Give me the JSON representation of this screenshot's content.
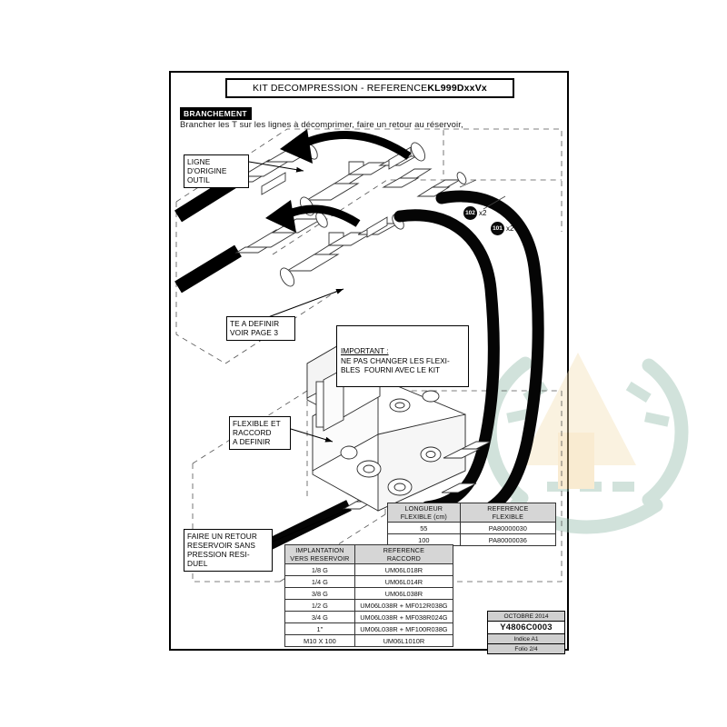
{
  "document": {
    "title_prefix": "KIT DECOMPRESSION - REFERENCE",
    "title_reference": "KL999DxxVx"
  },
  "section": {
    "tag": "BRANCHEMENT",
    "instruction": "Brancher les T sur les lignes à décomprimer, faire un retour au réservoir,"
  },
  "callouts": {
    "ligne_origine": "LIGNE\nD'ORIGINE\nOUTIL",
    "te_a_definir": "TE A DEFINIR\nVOIR PAGE 3",
    "flexible_raccord": "FLEXIBLE ET\nRACCORD\nA DEFINIR",
    "faire_retour": "FAIRE UN RETOUR\nRESERVOIR SANS\nPRESSION RESI-\nDUEL"
  },
  "important_note": {
    "heading": "IMPORTANT :",
    "body": "NE PAS CHANGER LES FLEXI-\nBLES  FOURNI AVEC LE KIT"
  },
  "balloons": [
    {
      "number": "102",
      "qty": "x2"
    },
    {
      "number": "101",
      "qty": "x2"
    }
  ],
  "table_flexible": {
    "headers": [
      "LONGUEUR\nFLEXIBLE (cm)",
      "REFERENCE\nFLEXIBLE"
    ],
    "header_line1": [
      "LONGUEUR",
      "REFERENCE"
    ],
    "header_line2": [
      "FLEXIBLE (cm)",
      "FLEXIBLE"
    ],
    "rows": [
      {
        "longueur": "55",
        "reference": "PA80000030"
      },
      {
        "longueur": "100",
        "reference": "PA80000036"
      }
    ]
  },
  "table_implantation": {
    "header_line1": [
      "IMPLANTATION",
      "REFERENCE"
    ],
    "header_line2": [
      "VERS RESERVOIR",
      "RACCORD"
    ],
    "rows": [
      {
        "implantation": "1/8 G",
        "reference": "UM06L018R"
      },
      {
        "implantation": "1/4 G",
        "reference": "UM06L014R"
      },
      {
        "implantation": "3/8 G",
        "reference": "UM06L038R"
      },
      {
        "implantation": "1/2 G",
        "reference": "UM06L038R + MF012R038G"
      },
      {
        "implantation": "3/4 G",
        "reference": "UM06L038R + MF038R024G"
      },
      {
        "implantation": "1\"",
        "reference": "UM06L038R + MF100R038G"
      },
      {
        "implantation": "M10 X 100",
        "reference": "UM06L1010R"
      }
    ]
  },
  "title_block": {
    "date": "OCTOBRE 2014",
    "reference": "Y4806C0003",
    "indice": "Indice A1",
    "folio": "Folio 2/4"
  },
  "colors": {
    "frame": "#000000",
    "hose": "#050505",
    "header_fill": "#d6d6d6",
    "watermark_green": "#8fb9a8",
    "watermark_amber": "#f0d9a8"
  }
}
